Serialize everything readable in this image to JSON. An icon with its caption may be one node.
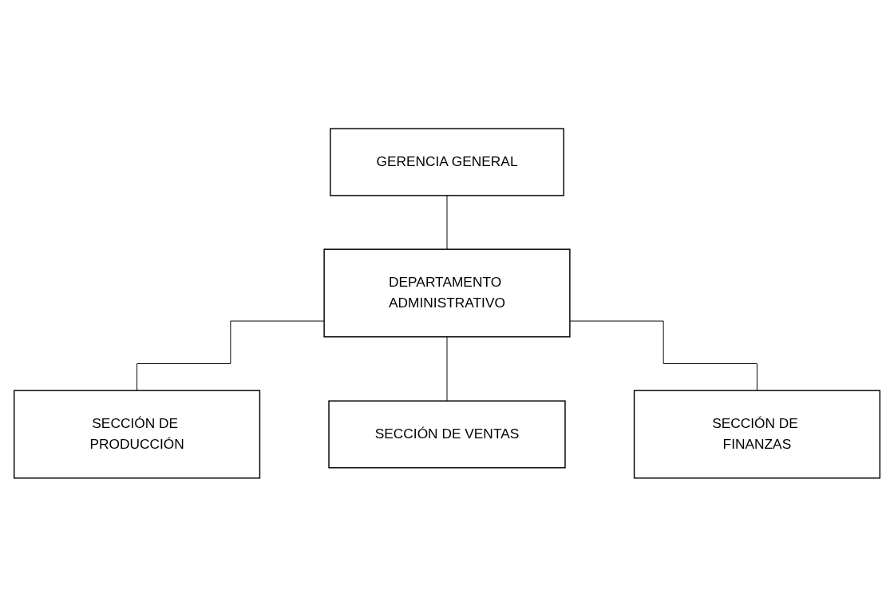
{
  "diagram": {
    "nodes": [
      {
        "text": [
          "GERENCIA GENERAL"
        ]
      },
      {
        "text": [
          "DEPARTAMENTO ADMINISTRATIVO"
        ]
      },
      {
        "text": [
          "SECCIÓN DE PRODUCCIÓN"
        ]
      },
      {
        "text": [
          "SECCIÓN DE VENTAS"
        ]
      },
      {
        "text": [
          "SECCIÓN DE FINANZAS"
        ]
      }
    ],
    "edges": [
      {
        "from": 0,
        "to": 1,
        "arrow": "none"
      },
      {
        "from": 1,
        "to": 2,
        "arrow": "none"
      },
      {
        "from": 1,
        "to": 3,
        "arrow": "none"
      },
      {
        "from": 1,
        "to": 4,
        "arrow": "none"
      }
    ]
  }
}
